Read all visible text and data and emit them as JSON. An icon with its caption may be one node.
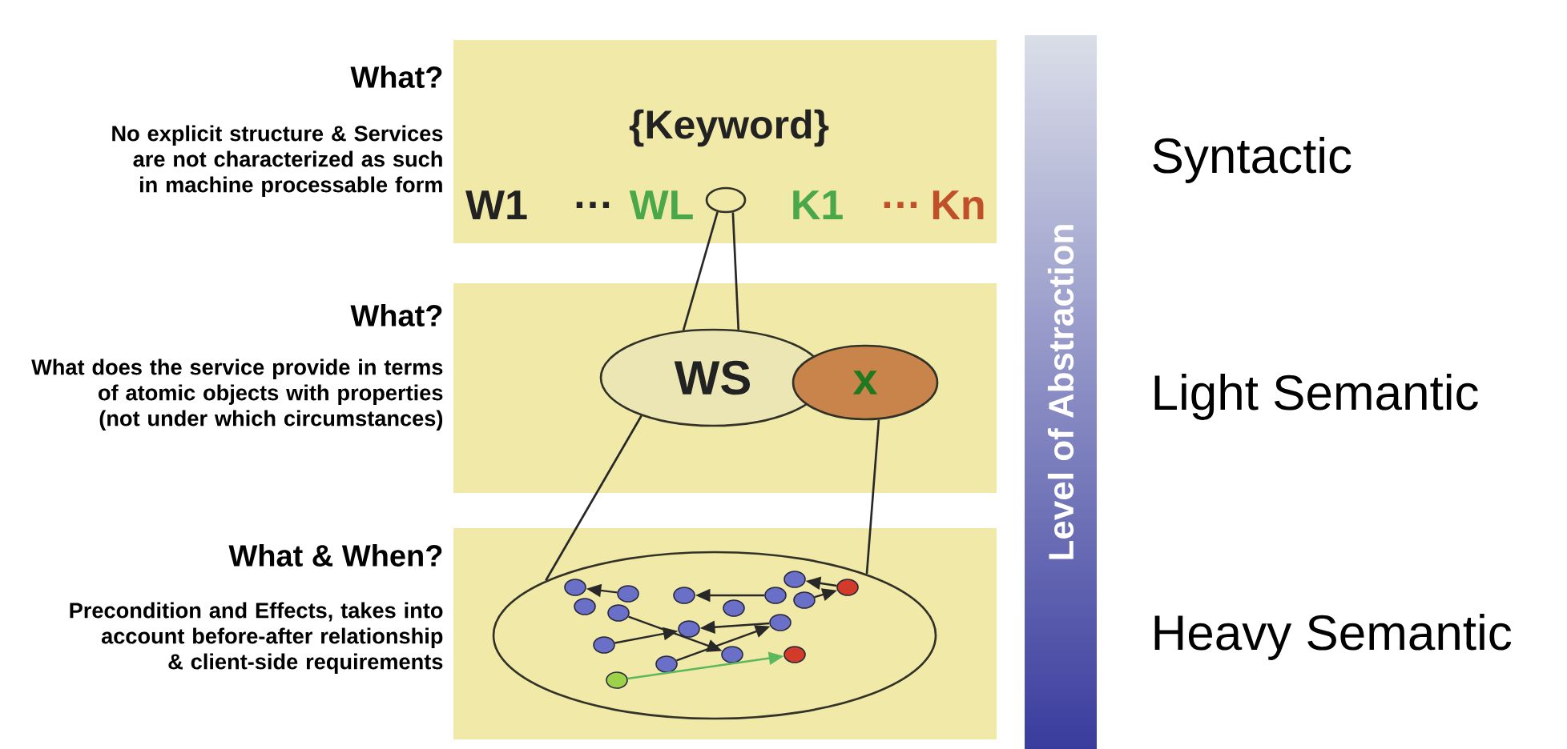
{
  "diagram": {
    "nodes": [
      {
        "text": [
          "{Keyword}",
          "W1",
          "…",
          "WL",
          "K1",
          "…",
          "Kn"
        ]
      },
      {
        "text": [],
        "shape": "circle",
        "in": 0
      },
      {
        "text": [],
        "shape": "box"
      },
      {
        "text": [
          "WS"
        ],
        "in": 2
      },
      {
        "text": [
          "x"
        ],
        "in": 2
      },
      {
        "text": [],
        "shape": "box"
      },
      {
        "text": [],
        "shape": "ellipse",
        "in": 5
      },
      {
        "text": [],
        "shape": "circle",
        "in": 6
      },
      {
        "text": [],
        "shape": "circle",
        "in": 6
      },
      {
        "text": [],
        "shape": "circle",
        "in": 6
      },
      {
        "text": [],
        "shape": "circle",
        "in": 6
      },
      {
        "text": [],
        "shape": "circle",
        "in": 6
      },
      {
        "text": [],
        "shape": "circle",
        "in": 6
      },
      {
        "text": [],
        "shape": "circle",
        "in": 6
      },
      {
        "text": [],
        "shape": "circle",
        "in": 6
      },
      {
        "text": [],
        "shape": "circle",
        "in": 6
      },
      {
        "text": [],
        "shape": "circle",
        "in": 6
      },
      {
        "text": [],
        "shape": "circle",
        "in": 6
      },
      {
        "text": [],
        "shape": "circle",
        "in": 6
      },
      {
        "text": [],
        "shape": "circle",
        "in": 6
      },
      {
        "text": [],
        "shape": "circle",
        "in": 6
      },
      {
        "text": [],
        "shape": "circle",
        "in": 6
      },
      {
        "text": [],
        "shape": "circle",
        "in": 6
      },
      {
        "text": [],
        "shape": "circle",
        "in": 6
      },
      {
        "text": [
          "Level of Abstraction"
        ]
      }
    ],
    "edges": [
      {
        "from": 1,
        "to": 3,
        "arrow": "none"
      },
      {
        "from": 1,
        "to": 3,
        "arrow": "none"
      },
      {
        "from": 3,
        "to": 6,
        "arrow": "none"
      },
      {
        "from": 4,
        "to": 6,
        "arrow": "none"
      },
      {
        "from": 8,
        "to": 7,
        "arrow": "to"
      },
      {
        "from": 12,
        "to": 11,
        "arrow": "to"
      },
      {
        "from": 20,
        "to": 19,
        "arrow": "to"
      },
      {
        "from": 21,
        "to": 20,
        "arrow": "to"
      },
      {
        "from": 10,
        "to": 17,
        "arrow": "to"
      },
      {
        "from": 16,
        "to": 13,
        "arrow": "to"
      },
      {
        "from": 14,
        "to": 13,
        "arrow": "to"
      },
      {
        "from": 18,
        "to": 14,
        "arrow": "to"
      },
      {
        "from": 23,
        "to": 22,
        "arrow": "to",
        "color": "#5cb85c"
      }
    ],
    "labels": [
      "What?",
      "No explicit structure & Services are not characterized as such in machine processable form",
      "Syntactic",
      "What?",
      "What does the service provide in terms of atomic objects with properties (not under which circumstances)",
      "Light Semantic",
      "What & When?",
      "Precondition and Effects, takes into account before-after relationship & client-side requirements",
      "Heavy Semantic"
    ]
  }
}
